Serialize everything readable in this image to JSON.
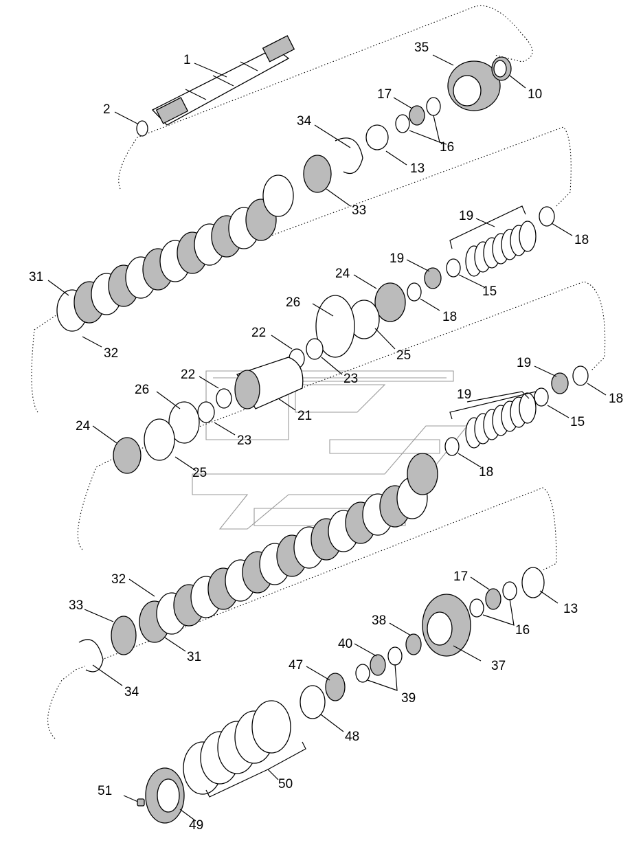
{
  "labels": [
    "1",
    "2",
    "10",
    "13",
    "13",
    "15",
    "15",
    "16",
    "16",
    "17",
    "17",
    "18",
    "18",
    "18",
    "18",
    "19",
    "19",
    "19",
    "19",
    "21",
    "22",
    "22",
    "23",
    "23",
    "24",
    "24",
    "25",
    "25",
    "26",
    "26",
    "31",
    "31",
    "32",
    "32",
    "33",
    "33",
    "34",
    "34",
    "35",
    "37",
    "38",
    "39",
    "40",
    "47",
    "48",
    "49",
    "50",
    "51"
  ]
}
